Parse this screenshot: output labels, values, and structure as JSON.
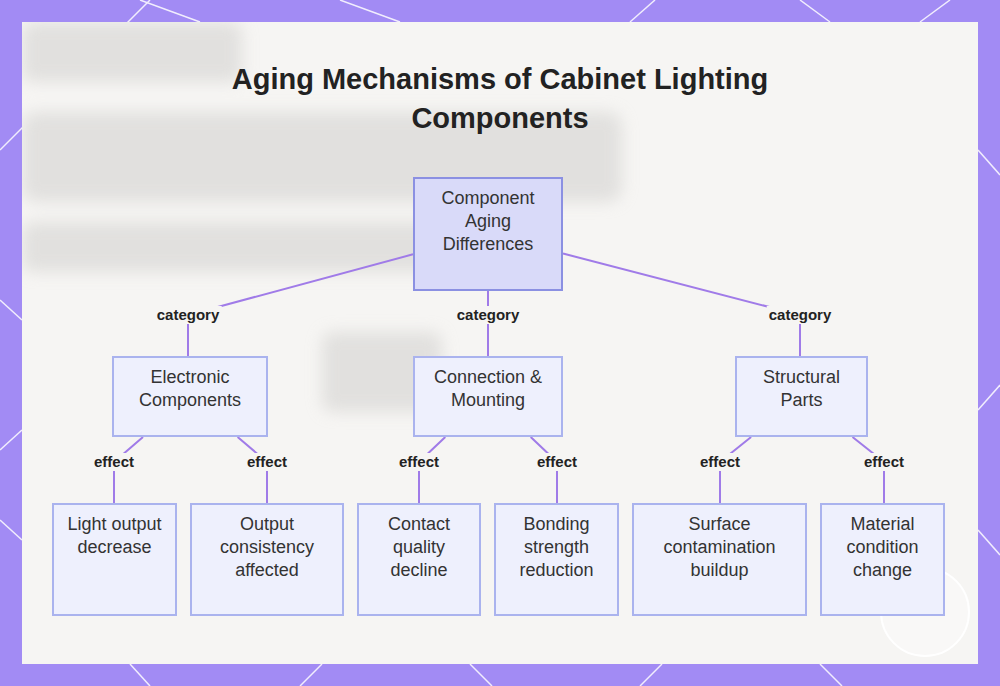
{
  "diagram": {
    "title": "Aging Mechanisms of Cabinet Lighting Components",
    "nodes": [
      {
        "text": [
          "Component Aging Differences"
        ]
      },
      {
        "text": [
          "Electronic Components"
        ]
      },
      {
        "text": [
          "Connection & Mounting"
        ]
      },
      {
        "text": [
          "Structural Parts"
        ]
      },
      {
        "text": [
          "Light output decrease"
        ]
      },
      {
        "text": [
          "Output consistency affected"
        ]
      },
      {
        "text": [
          "Contact quality decline"
        ]
      },
      {
        "text": [
          "Bonding strength reduction"
        ]
      },
      {
        "text": [
          "Surface contamination buildup"
        ]
      },
      {
        "text": [
          "Material condition change"
        ]
      }
    ],
    "edges": [
      {
        "from": 0,
        "to": 1,
        "label": "category",
        "arrow": "none"
      },
      {
        "from": 0,
        "to": 2,
        "label": "category",
        "arrow": "none"
      },
      {
        "from": 0,
        "to": 3,
        "label": "category",
        "arrow": "none"
      },
      {
        "from": 1,
        "to": 4,
        "label": "effect",
        "arrow": "none"
      },
      {
        "from": 1,
        "to": 5,
        "label": "effect",
        "arrow": "none"
      },
      {
        "from": 2,
        "to": 6,
        "label": "effect",
        "arrow": "none"
      },
      {
        "from": 2,
        "to": 7,
        "label": "effect",
        "arrow": "none"
      },
      {
        "from": 3,
        "to": 8,
        "label": "effect",
        "arrow": "none"
      },
      {
        "from": 3,
        "to": 9,
        "label": "effect",
        "arrow": "none"
      }
    ]
  }
}
